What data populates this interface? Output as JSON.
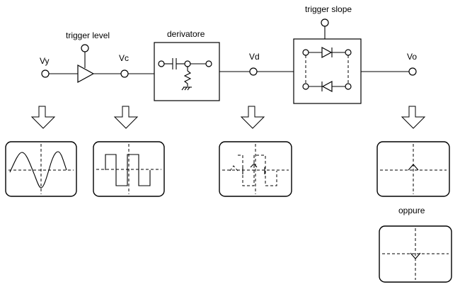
{
  "labels": {
    "vy": "Vy",
    "vc": "Vc",
    "vd": "Vd",
    "vo": "Vo",
    "trigger_level": "trigger level",
    "derivatore": "derivatore",
    "trigger_slope": "trigger slope",
    "oppure": "oppure"
  }
}
